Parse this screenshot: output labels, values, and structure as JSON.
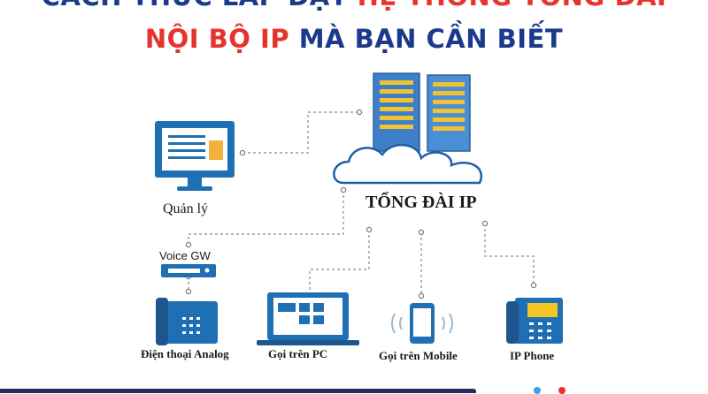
{
  "title": {
    "line1_red": "CÁCH THỨC LẮP ĐẶT",
    "line1_blue": "HỆ THỐNG TỔNG ĐÀI",
    "line2_red": "NỘI BỘ IP",
    "line2_blue": "MÀ BẠN CẦN BIẾT"
  },
  "diagram": {
    "center_label": "TỔNG ĐÀI IP",
    "nodes": {
      "management": "Quản lý",
      "voice_gw": "Voice GW",
      "analog": "Điện thoại Analog",
      "pc": "Gọi trên PC",
      "mobile": "Gọi trên Mobile",
      "ip_phone": "IP Phone"
    }
  },
  "colors": {
    "title_red": "#e8332d",
    "title_blue": "#1b3a8c",
    "device_blue": "#1f6fb5",
    "server_blue": "#4a8fd6",
    "bottom_bar": "#262c5e"
  }
}
